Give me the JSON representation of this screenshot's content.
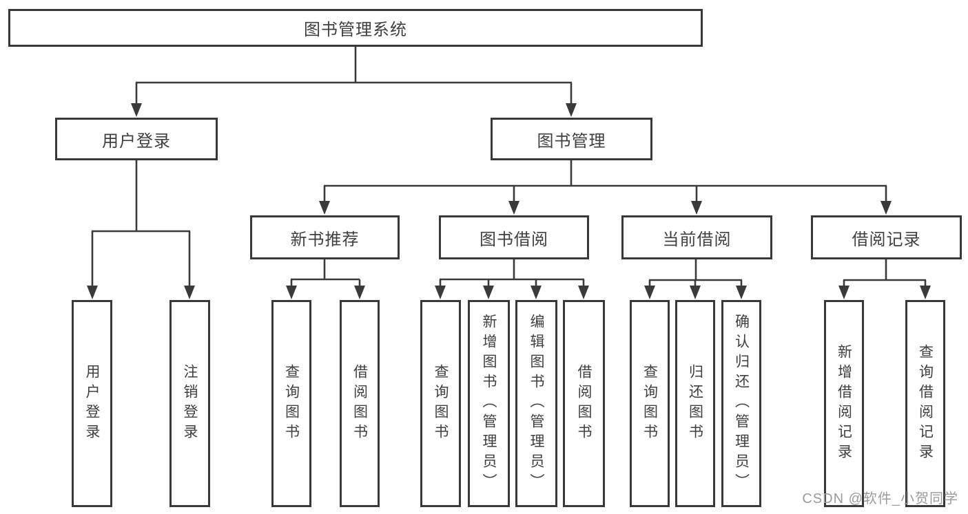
{
  "tree": {
    "root": {
      "label": "图书管理系统"
    },
    "branches": [
      {
        "label": "用户登录",
        "children": [
          {
            "label": "用户登录"
          },
          {
            "label": "注销登录"
          }
        ]
      },
      {
        "label": "图书管理",
        "children": [
          {
            "label": "新书推荐",
            "children": [
              {
                "label": "查询图书"
              },
              {
                "label": "借阅图书"
              }
            ]
          },
          {
            "label": "图书借阅",
            "children": [
              {
                "label": "查询图书"
              },
              {
                "label": "新增图书（管理员）"
              },
              {
                "label": "编辑图书（管理员）"
              },
              {
                "label": "借阅图书"
              }
            ]
          },
          {
            "label": "当前借阅",
            "children": [
              {
                "label": "查询图书"
              },
              {
                "label": "归还图书"
              },
              {
                "label": "确认归还（管理员）"
              }
            ]
          },
          {
            "label": "借阅记录",
            "children": [
              {
                "label": "新增借阅记录"
              },
              {
                "label": "查询借阅记录"
              }
            ]
          }
        ]
      }
    ]
  },
  "watermark": {
    "text": "CSDN @软件_小贺同学"
  },
  "colors": {
    "background": "#ffffff",
    "line": "#3a3a3a",
    "box_border": "#383838",
    "text": "#3f3f3f",
    "watermark_text": "#9b9b9b"
  }
}
